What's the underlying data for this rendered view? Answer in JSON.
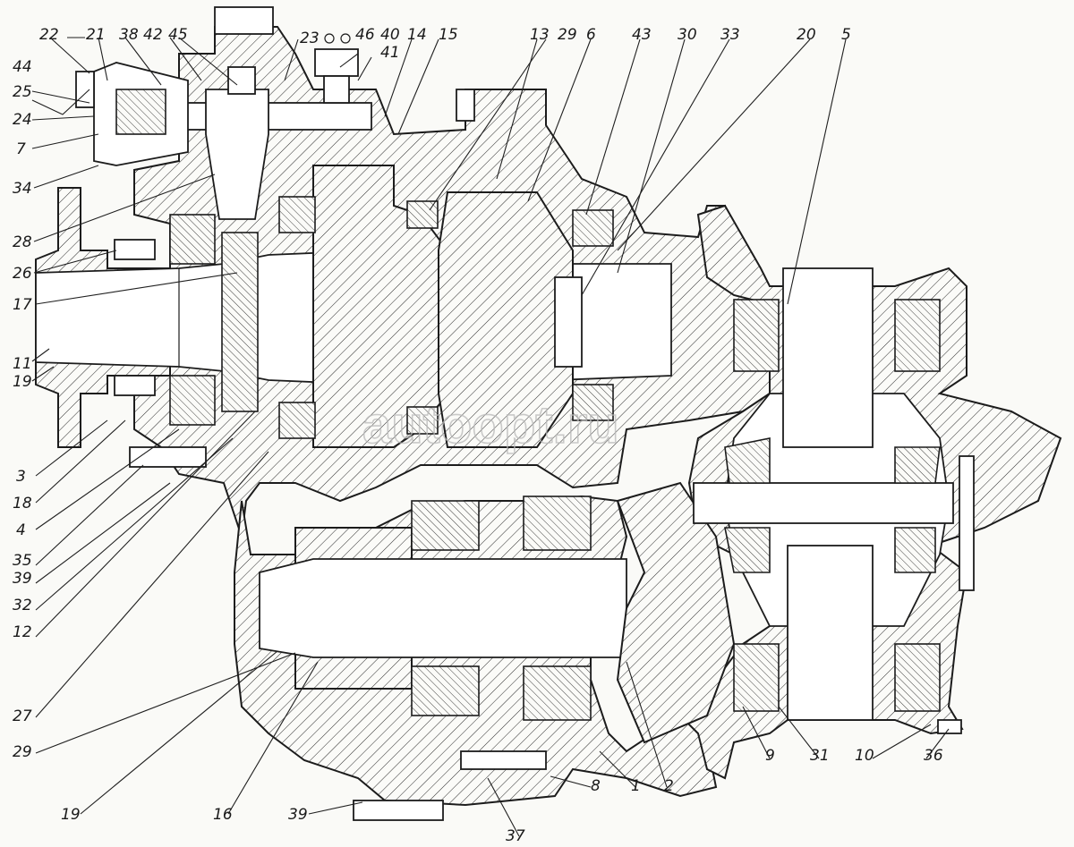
{
  "watermark": "autoopt.ru",
  "callouts": [
    {
      "id": "c22",
      "text": "22"
    },
    {
      "id": "c21",
      "text": "21"
    },
    {
      "id": "c38",
      "text": "38"
    },
    {
      "id": "c42",
      "text": "42"
    },
    {
      "id": "c45",
      "text": "45"
    },
    {
      "id": "c23",
      "text": "23"
    },
    {
      "id": "c46",
      "text": "46"
    },
    {
      "id": "c40",
      "text": "40"
    },
    {
      "id": "c41",
      "text": "41"
    },
    {
      "id": "c14",
      "text": "14"
    },
    {
      "id": "c15",
      "text": "15"
    },
    {
      "id": "c13",
      "text": "13"
    },
    {
      "id": "c29a",
      "text": "29"
    },
    {
      "id": "c6",
      "text": "6"
    },
    {
      "id": "c43",
      "text": "43"
    },
    {
      "id": "c30",
      "text": "30"
    },
    {
      "id": "c33",
      "text": "33"
    },
    {
      "id": "c20",
      "text": "20"
    },
    {
      "id": "c5",
      "text": "5"
    },
    {
      "id": "c44",
      "text": "44"
    },
    {
      "id": "c25",
      "text": "25"
    },
    {
      "id": "c24",
      "text": "24"
    },
    {
      "id": "c7",
      "text": "7"
    },
    {
      "id": "c34",
      "text": "34"
    },
    {
      "id": "c28",
      "text": "28"
    },
    {
      "id": "c26",
      "text": "26"
    },
    {
      "id": "c17",
      "text": "17"
    },
    {
      "id": "c11",
      "text": "11"
    },
    {
      "id": "c19a",
      "text": "19"
    },
    {
      "id": "c3",
      "text": "3"
    },
    {
      "id": "c18",
      "text": "18"
    },
    {
      "id": "c4",
      "text": "4"
    },
    {
      "id": "c35",
      "text": "35"
    },
    {
      "id": "c39a",
      "text": "39"
    },
    {
      "id": "c32",
      "text": "32"
    },
    {
      "id": "c12",
      "text": "12"
    },
    {
      "id": "c27",
      "text": "27"
    },
    {
      "id": "c29b",
      "text": "29"
    },
    {
      "id": "c19b",
      "text": "19"
    },
    {
      "id": "c16",
      "text": "16"
    },
    {
      "id": "c39b",
      "text": "39"
    },
    {
      "id": "c37",
      "text": "37"
    },
    {
      "id": "c8",
      "text": "8"
    },
    {
      "id": "c1",
      "text": "1"
    },
    {
      "id": "c2",
      "text": "2"
    },
    {
      "id": "c9",
      "text": "9"
    },
    {
      "id": "c31",
      "text": "31"
    },
    {
      "id": "c10",
      "text": "10"
    },
    {
      "id": "c36",
      "text": "36"
    }
  ]
}
